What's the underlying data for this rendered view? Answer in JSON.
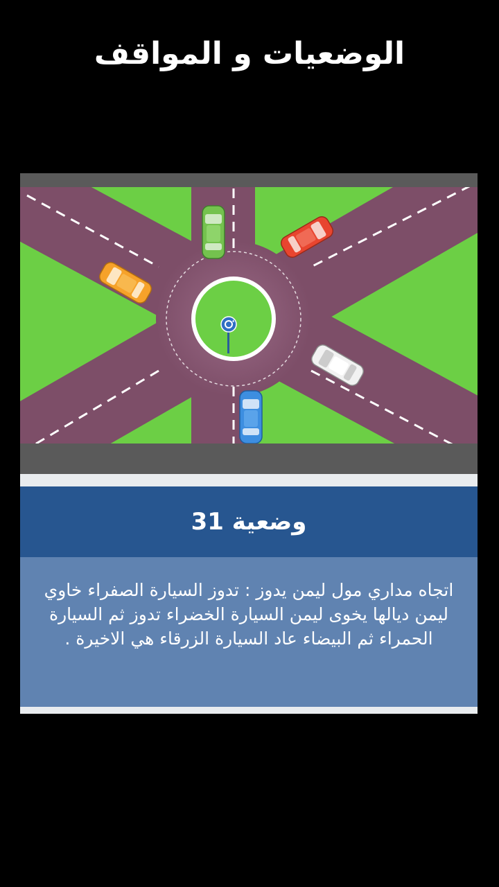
{
  "page": {
    "title": "الوضعيات و المواقف"
  },
  "card": {
    "situation_title": "وضعية 31",
    "description": "اتجاه مداري مول ليمن يدوز : تدوز السيارة الصفراء خاوي ليمن ديالها يخوى ليمن السيارة الخضراء تدوز ثم السيارة الحمراء ثم البيضاء عاد السيارة الزرقاء هي الاخيرة ."
  },
  "diagram": {
    "icons": [
      "roundabout-sign-icon"
    ],
    "colors": {
      "grass": "#6ccf45",
      "road": "#7d4e68",
      "frame": "#5a5a5a",
      "green_car": "#74c24e",
      "red_car": "#e8452f",
      "yellow_car": "#f6a22a",
      "white_car": "#f2f2f2",
      "blue_car": "#3d8ee0",
      "title_band": "#275690",
      "description_band": "#6083b1"
    }
  }
}
